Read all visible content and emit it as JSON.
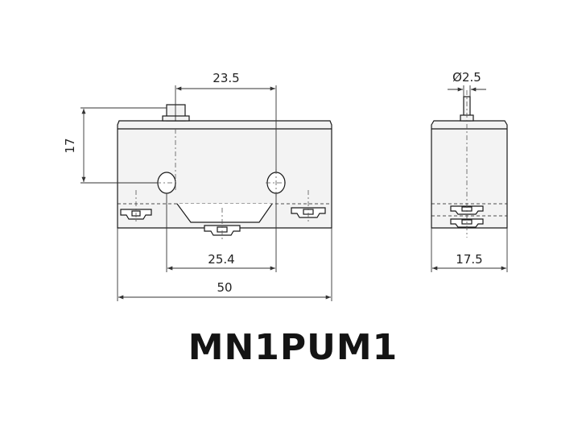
{
  "part_number": "MN1PUM1",
  "dimensions": {
    "pin_spacing": "23.5",
    "actuator_height": "17",
    "terminal_spacing": "25.4",
    "body_length": "50",
    "plunger_diameter": "Ø2.5",
    "body_width": "17.5"
  },
  "colors": {
    "outline": "#1a1a1a",
    "body_fill": "#f3f3f3",
    "dim_line": "#333333"
  }
}
